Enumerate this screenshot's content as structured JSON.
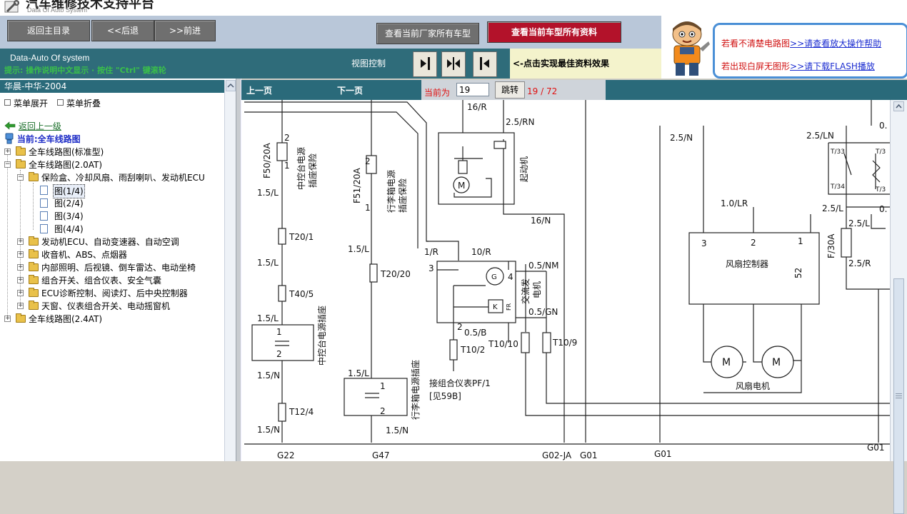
{
  "app": {
    "title": "汽车维修技术支持平台",
    "subtitle": "Data Of Auto System",
    "brand": "Data-Auto Of system",
    "hint": "提示: 操作说明中文显示 · 按住 \"Ctrl\" 键滚轮"
  },
  "toolbar": {
    "home": "返回主目录",
    "back": "<<后退",
    "forward": ">>前进",
    "all_models": "查看当前厂家所有车型",
    "all_data": "查看当前车型所有资料",
    "view_label": "视图控制",
    "tip": "<-点击实现最佳资料效果"
  },
  "help": {
    "line1_red": "若看不清楚电路图",
    "line1_link": ">>请查看放大操作帮助",
    "line2_red": "若出现白屏无图形",
    "line2_link": ">>请下载FLASH播放"
  },
  "left": {
    "header": "华晨-中华-2004",
    "expand": "菜单展开",
    "collapse": "菜单折叠",
    "up_level": "返回上一级",
    "current": "当前:全车线路图",
    "tree": [
      {
        "label": "全车线路图(标准型)"
      },
      {
        "label": "全车线路图(2.0AT)"
      },
      {
        "label": "保险盒、冷却风扇、雨刮喇叭、发动机ECU"
      },
      {
        "label": "图(1/4)"
      },
      {
        "label": "图(2/4)"
      },
      {
        "label": "图(3/4)"
      },
      {
        "label": "图(4/4)"
      },
      {
        "label": "发动机ECU、自动变速器、自动空调"
      },
      {
        "label": "收音机、ABS、点烟器"
      },
      {
        "label": "内部照明、后视镜、倒车雷达、电动坐椅"
      },
      {
        "label": "组合开关、组合仪表、安全气囊"
      },
      {
        "label": "ECU诊断控制、阅读灯、后中央控制器"
      },
      {
        "label": "天窗、仪表组合开关、电动摇窗机"
      },
      {
        "label": "全车线路图(2.4AT)"
      }
    ]
  },
  "nav": {
    "prev": "上一页",
    "next": "下一页",
    "current_label": "当前为",
    "page_value": "19",
    "jump": "跳转",
    "page_count": "19 / 72"
  },
  "diagram": {
    "fuse1": "F50/20A",
    "fuse1_desc1": "中控台电源",
    "fuse1_desc2": "插座保险",
    "fuse2": "F51/20A",
    "fuse2_desc1": "行李箱电源",
    "fuse2_desc2": "插座保险",
    "w_1_5_L": "1.5/L",
    "w_1_5_N": "1.5/N",
    "t20_1": "T20/1",
    "t40_5": "T40/5",
    "t12_4": "T12/4",
    "t20_20": "T20/20",
    "socket1": "中控台电源插座",
    "socket2": "行李箱电源插座",
    "g22": "G22",
    "g47": "G47",
    "w_16_R": "16/R",
    "w_2_5_RN": "2.5/RN",
    "starter": "起动机",
    "w_16_N": "16/N",
    "w_1_R": "1/R",
    "w_10_R": "10/R",
    "w_0_5_NM": "0.5/NM",
    "alternator1": "交流发",
    "alternator2": "电机",
    "w_0_5_GN": "0.5/GN",
    "w_0_5_B": "0.5/B",
    "t10_2": "T10/2",
    "t10_10": "T10/10",
    "t10_9": "T10/9",
    "to_cluster": "接组合仪表PF/1",
    "see_59b": "[见59B]",
    "g02_ja": "G02-JA",
    "g01": "G01",
    "w_2_5_N": "2.5/N",
    "w_1_0_LR": "1.0/LR",
    "fan_ctrl": "风扇控制器",
    "fan_ctrl_pin": "52",
    "fan_motor": "风扇电机",
    "w_2_5_LN": "2.5/LN",
    "t33": "T/33",
    "t34": "T/34",
    "t3x": "T/3",
    "w_2_5_L": "2.5/L",
    "w_2_5_R": "2.5/R",
    "fuse30": "F/30A",
    "cut_0": "0.",
    "pin_1": "1",
    "pin_2": "2",
    "pin_3": "3",
    "pin_4": "4",
    "g_sym": "G",
    "k_sym": "K",
    "m_sym": "M",
    "fr": "FR"
  }
}
